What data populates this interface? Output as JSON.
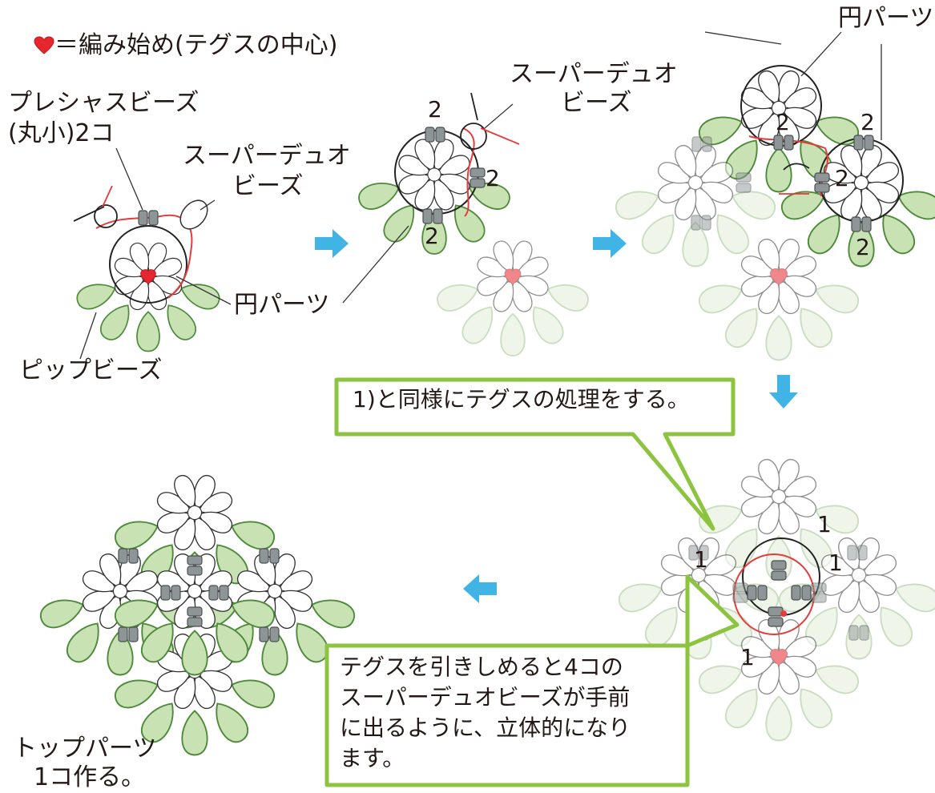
{
  "legend": {
    "marker": "heart",
    "text": "＝編み始め(テグスの中心)"
  },
  "step1": {
    "label_precious": "プレシャスビーズ",
    "label_precious2": "(丸小)2コ",
    "label_superduo_1": "スーパーデュオ",
    "label_superduo_2": "ビーズ",
    "label_circle": "円パーツ",
    "label_pip": "ピップビーズ"
  },
  "step2": {
    "label_superduo_1": "スーパーデュオ",
    "label_superduo_2": "ビーズ",
    "count_top": "2",
    "count_right": "2",
    "count_bottom": "2"
  },
  "step3": {
    "label_circle": "円パーツ",
    "count_a": "2",
    "count_b": "2",
    "count_c": "2",
    "count_d": "2"
  },
  "step4": {
    "callout": "1)と同様にテグスの処理をする。",
    "count_top": "1",
    "count_left": "1",
    "count_right": "1",
    "count_bottom": "1"
  },
  "step5": {
    "callout_line1": "テグスを引きしめると4コの",
    "callout_line2": "スーパーデュオビーズが手前",
    "callout_line3": "に出るように、立体的になり",
    "callout_line4": "ます。"
  },
  "step6": {
    "label_line1": "トップパーツ",
    "label_line2": "1コ作る。"
  },
  "colors": {
    "leaf_green": "#c9e2b4",
    "leaf_stroke": "#4d8a3a",
    "leaf_green_faded": "#e2efd8",
    "duo_gray": "#8e9596",
    "heart_red": "#e6262e",
    "arrow_blue": "#3fb4e5",
    "callout_green": "#8cc43f",
    "thread_red": "#e63b3b"
  }
}
